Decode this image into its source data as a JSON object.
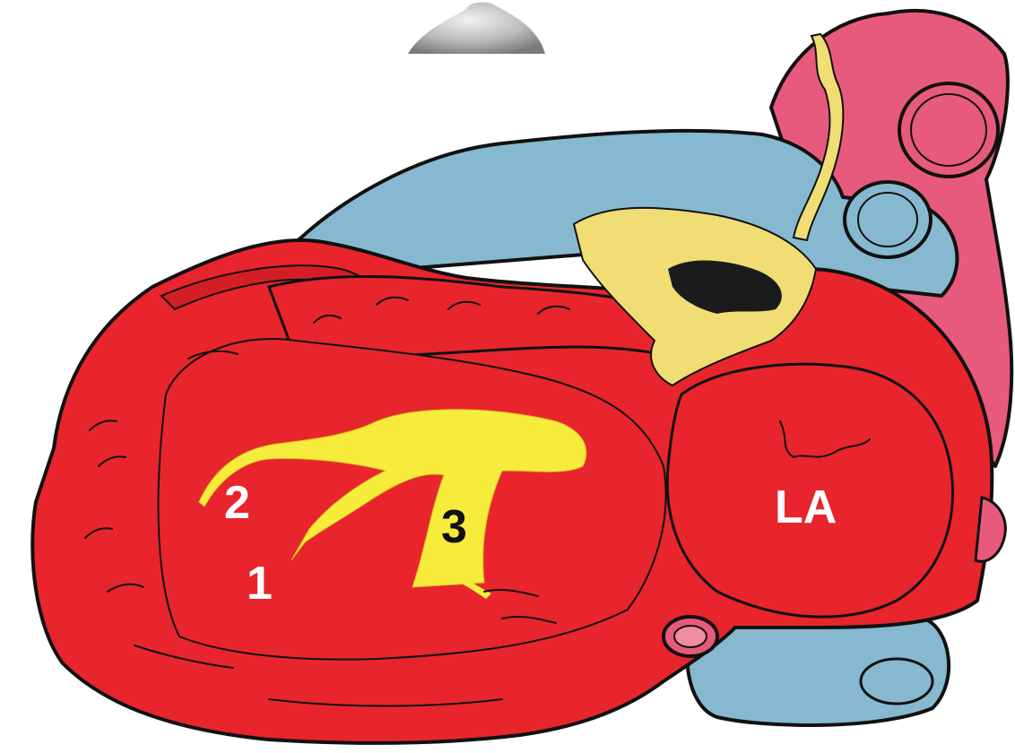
{
  "labels": {
    "one": "1",
    "two": "2",
    "three": "3",
    "la": "LA"
  },
  "colors": {
    "myocardium": "#e8252c",
    "great_vessel": "#e85a7d",
    "vein_blue": "#86b9cf",
    "conduction_yellow": "#f2e84a",
    "fat_yellow": "#f0dd74",
    "outline": "#111111",
    "label_white": "#ffffff",
    "label_dark": "#111111"
  },
  "icons": {
    "top_blob": "grey-shaded-shape"
  }
}
